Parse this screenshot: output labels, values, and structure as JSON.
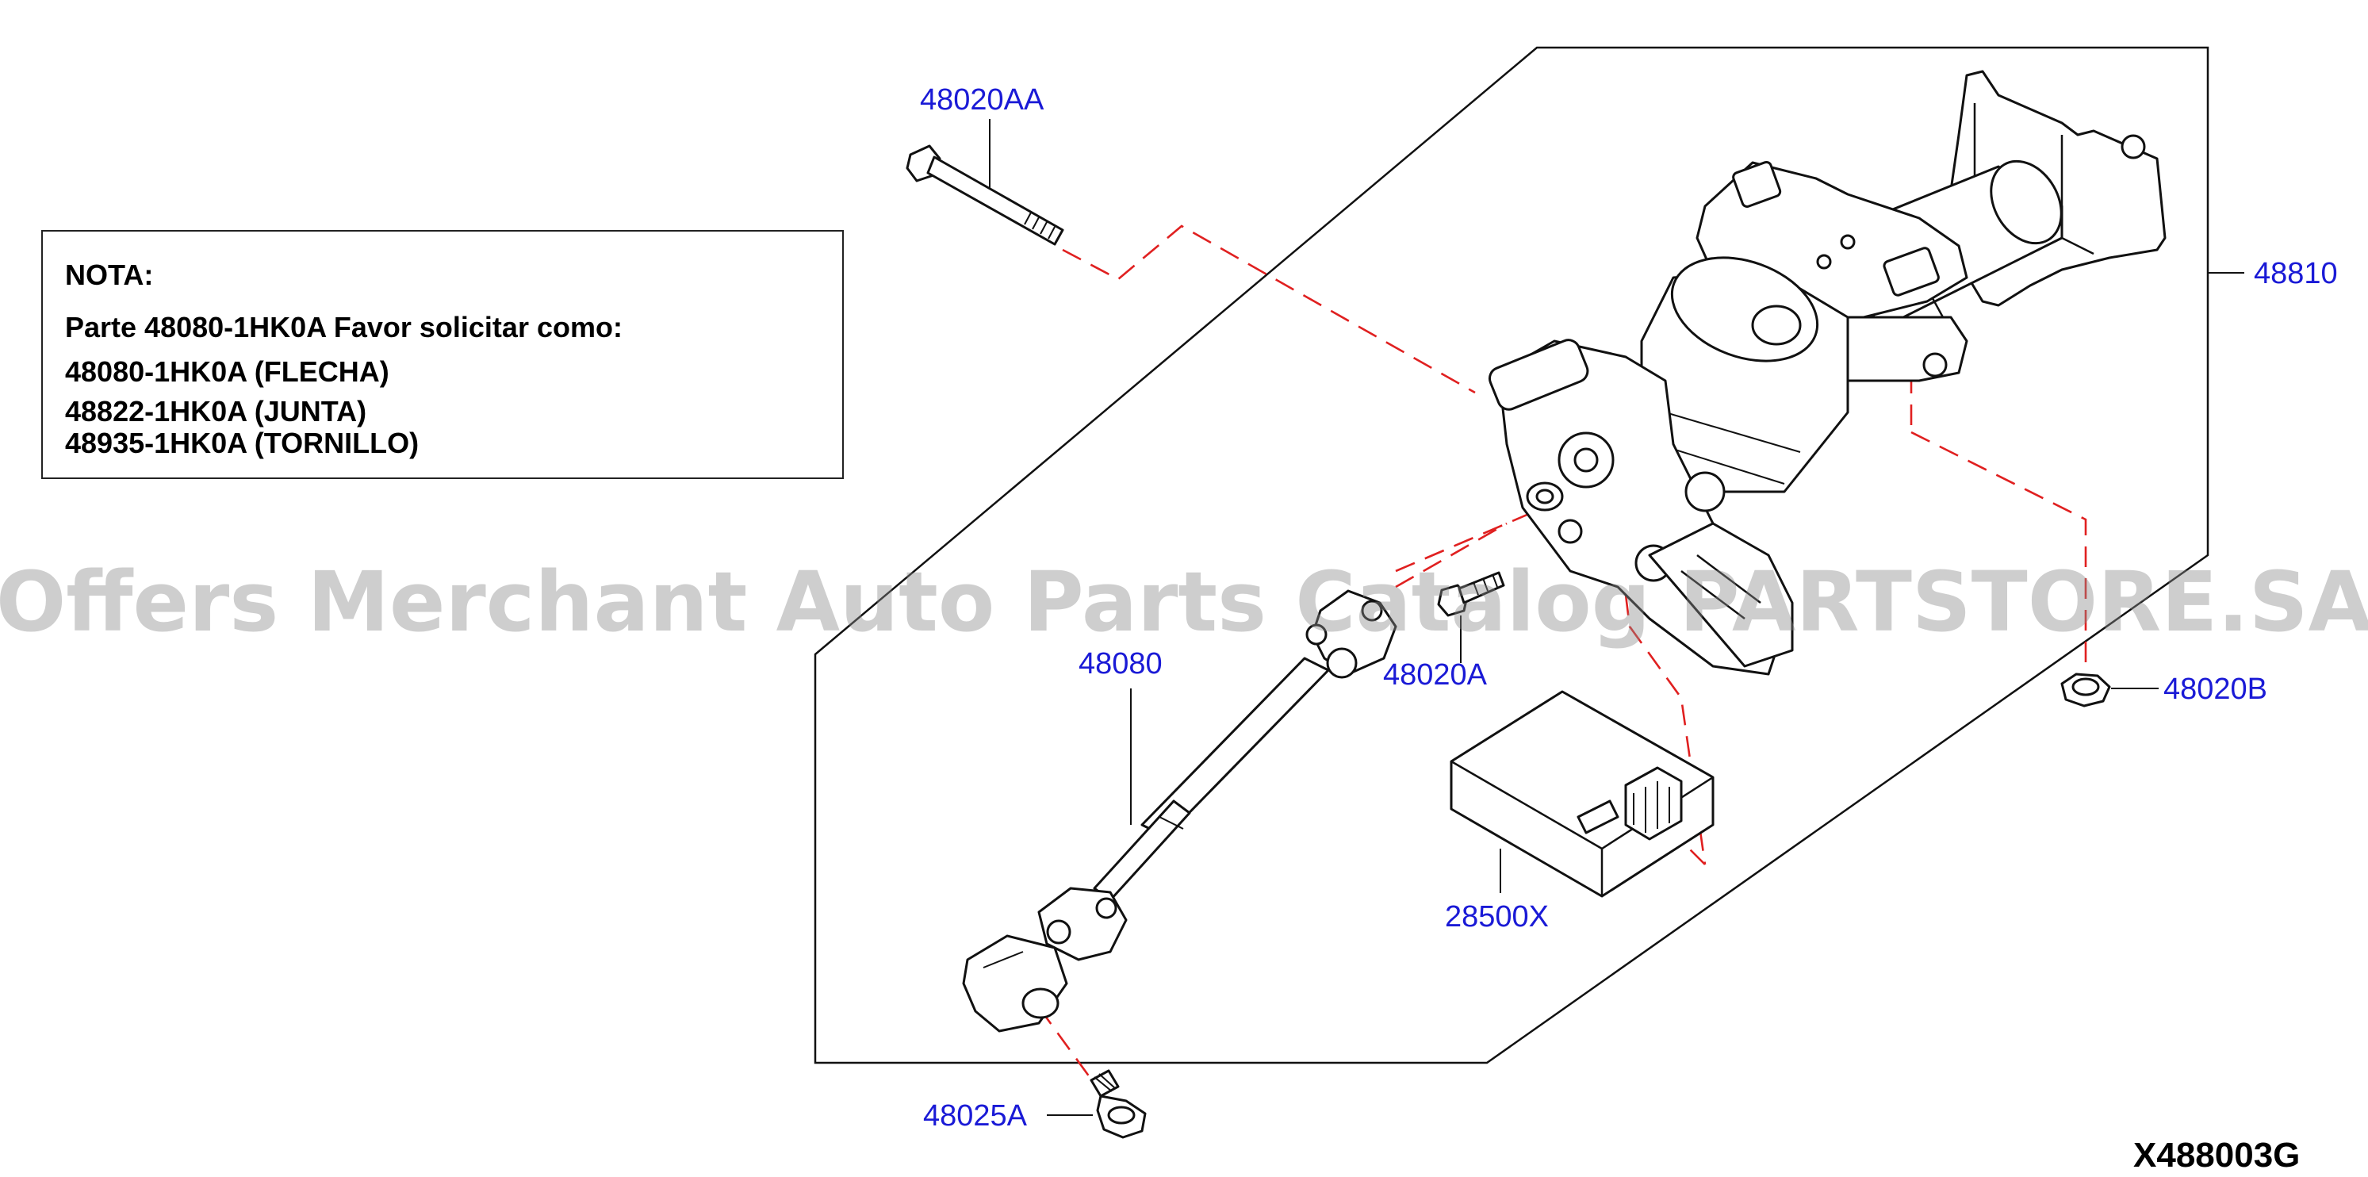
{
  "note": {
    "heading": "NOTA:",
    "lines": [
      "Parte 48080-1HK0A Favor solicitar como:",
      "48080-1HK0A (FLECHA)",
      "48822-1HK0A (JUNTA)",
      "48935-1HK0A (TORNILLO)"
    ]
  },
  "callouts": {
    "bolt_long": "48020AA",
    "column_assembly": "48810",
    "nut": "48020B",
    "bolt_mid": "48020A",
    "shaft": "48080",
    "control_unit": "28500X",
    "bolt_bottom": "48025A"
  },
  "watermark": "Offers Merchant Auto Parts Catalog PARTSTORE.SA",
  "diagram_code": "X488003G",
  "colors": {
    "callout_text": "#1a1ad6",
    "dash_line": "#e02020",
    "outline": "#111111",
    "watermark": "#8a8a8a"
  }
}
